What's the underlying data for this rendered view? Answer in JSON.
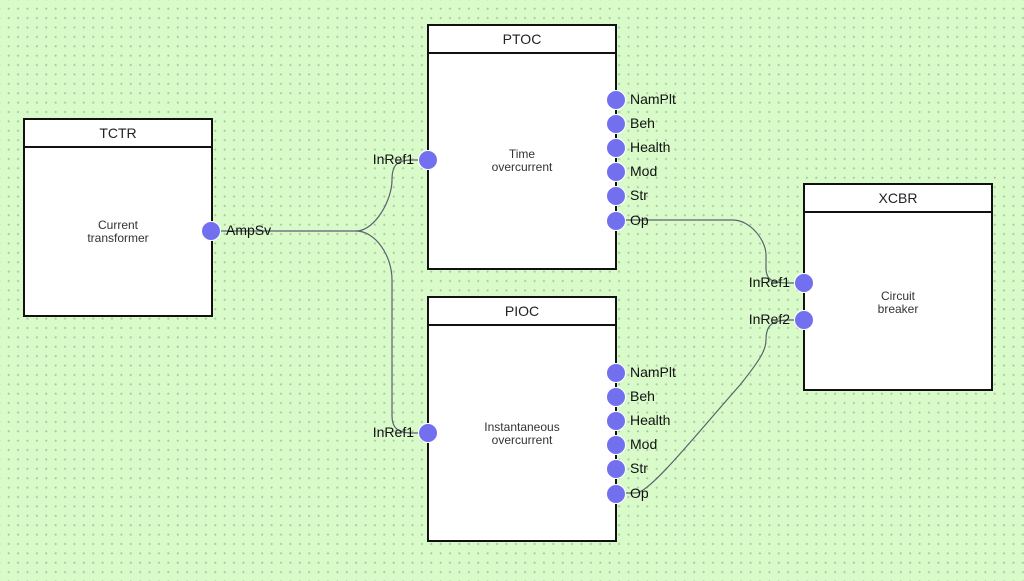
{
  "colors": {
    "background": "#d9fbc9",
    "port": "#7370f0",
    "border": "#111111",
    "wire": "#5a6270"
  },
  "nodes": {
    "tctr": {
      "title": "TCTR",
      "description": "Current\ntransformer",
      "outputs": [
        "AmpSv"
      ]
    },
    "ptoc": {
      "title": "PTOC",
      "description": "Time\novercurrent",
      "inputs": [
        "InRef1"
      ],
      "outputs": [
        "NamPlt",
        "Beh",
        "Health",
        "Mod",
        "Str",
        "Op"
      ]
    },
    "pioc": {
      "title": "PIOC",
      "description": "Instantaneous\novercurrent",
      "inputs": [
        "InRef1"
      ],
      "outputs": [
        "NamPlt",
        "Beh",
        "Health",
        "Mod",
        "Str",
        "Op"
      ]
    },
    "xcbr": {
      "title": "XCBR",
      "description": "Circuit\nbreaker",
      "inputs": [
        "InRef1",
        "InRef2"
      ]
    }
  },
  "connections": [
    {
      "from": "TCTR.AmpSv",
      "to": "PTOC.InRef1"
    },
    {
      "from": "TCTR.AmpSv",
      "to": "PIOC.InRef1"
    },
    {
      "from": "PTOC.Op",
      "to": "XCBR.InRef1"
    },
    {
      "from": "PIOC.Op",
      "to": "XCBR.InRef2"
    }
  ]
}
